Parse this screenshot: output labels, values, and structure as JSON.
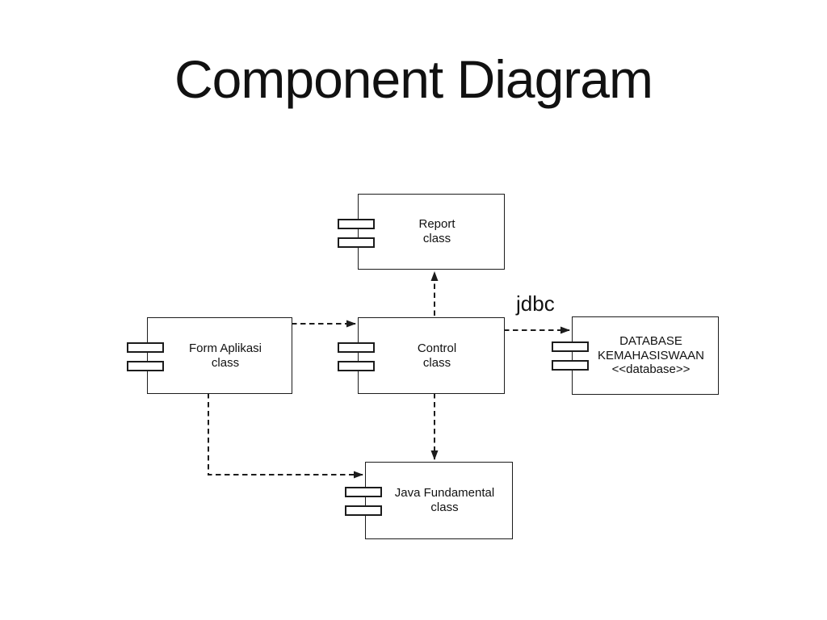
{
  "title": "Component Diagram",
  "colors": {
    "ink": "#1c1c1c",
    "background": "#ffffff"
  },
  "diagram": {
    "type": "uml-component-diagram",
    "jdbc_label": "jdbc",
    "components": [
      {
        "name": "report",
        "label": "Report\nclass"
      },
      {
        "name": "form-aplikasi",
        "label": "Form Aplikasi\nclass"
      },
      {
        "name": "control",
        "label": "Control\nclass"
      },
      {
        "name": "database-kemahasiswaan",
        "label": "DATABASE\nKEMAHASISWAAN\n<<database>>"
      },
      {
        "name": "java-fundamental",
        "label": "Java Fundamental\nclass"
      }
    ],
    "connections": [
      {
        "from": "control",
        "to": "report",
        "style": "dashed-arrow",
        "label": ""
      },
      {
        "from": "form-aplikasi",
        "to": "control",
        "style": "dashed-arrow",
        "label": ""
      },
      {
        "from": "control",
        "to": "database-kemahasiswaan",
        "style": "dashed-arrow",
        "label": "jdbc"
      },
      {
        "from": "control",
        "to": "java-fundamental",
        "style": "dashed-arrow",
        "label": ""
      },
      {
        "from": "form-aplikasi",
        "to": "java-fundamental",
        "style": "dashed-arrow",
        "label": ""
      }
    ]
  }
}
